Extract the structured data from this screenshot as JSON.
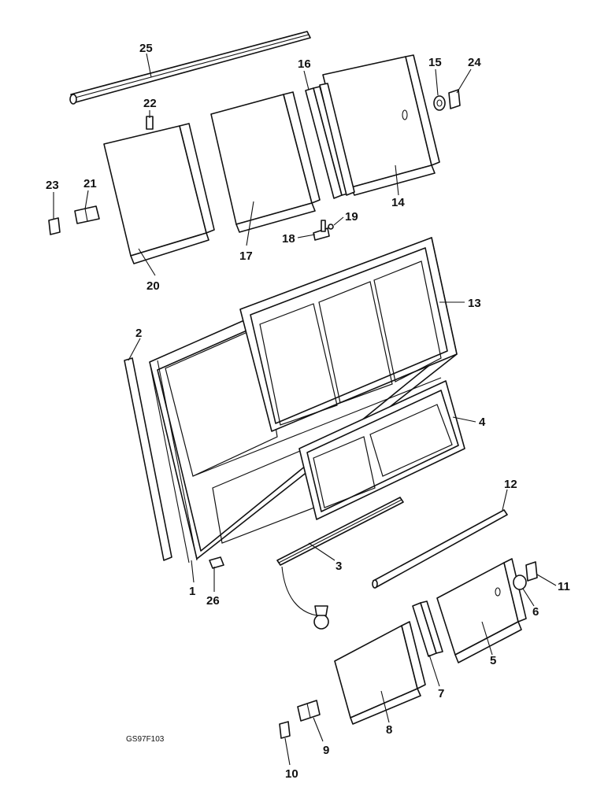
{
  "drawing_code": "GS97F103",
  "callouts": {
    "c1": "1",
    "c2": "2",
    "c3": "3",
    "c4": "4",
    "c5": "5",
    "c6": "6",
    "c7": "7",
    "c8": "8",
    "c9": "9",
    "c10": "10",
    "c11": "11",
    "c12": "12",
    "c13": "13",
    "c14": "14",
    "c15": "15",
    "c16": "16",
    "c17": "17",
    "c18": "18",
    "c19": "19",
    "c20": "20",
    "c21": "21",
    "c22": "22",
    "c23": "23",
    "c24": "24",
    "c25": "25",
    "c26": "26"
  }
}
